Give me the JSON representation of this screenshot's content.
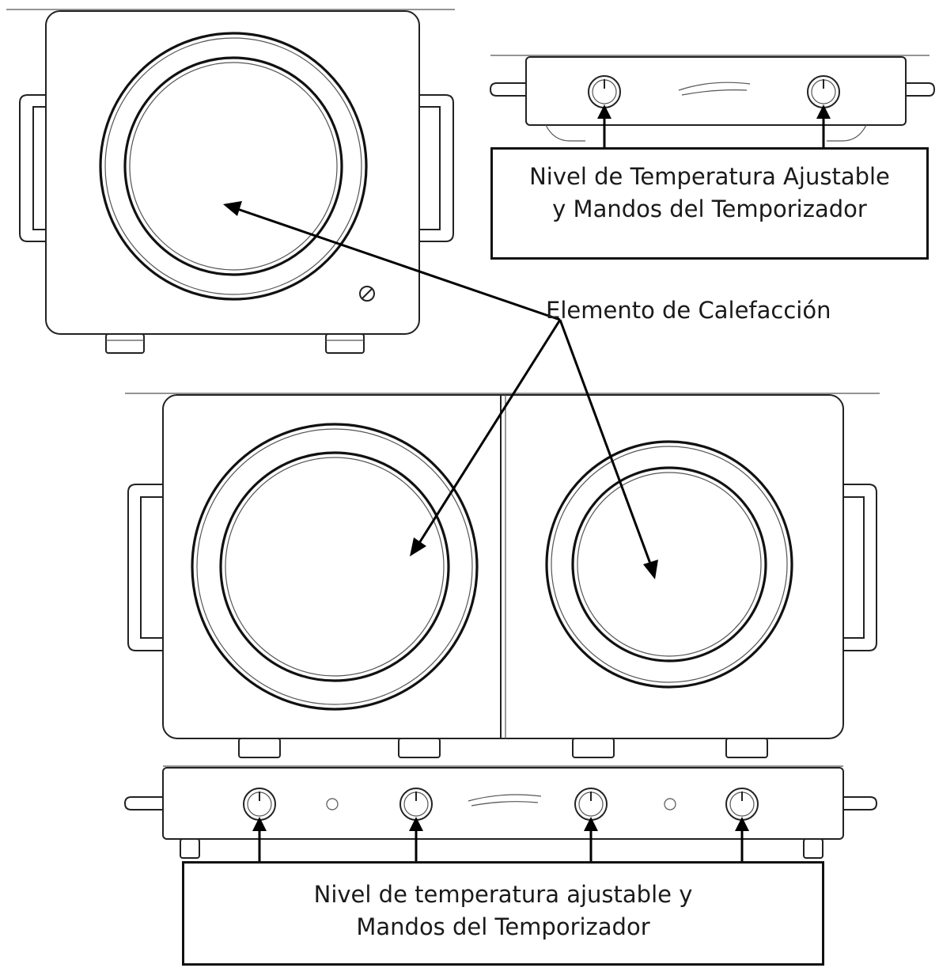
{
  "labels": {
    "top_callout_line1": "Nivel de Temperatura Ajustable",
    "top_callout_line2": "y Mandos del Temporizador",
    "heating_element": "Elemento de Calefacción",
    "bottom_callout_line1": "Nivel de temperatura ajustable y",
    "bottom_callout_line2": "Mandos del Temporizador"
  },
  "icons": [
    "knob-icon",
    "arrow-icon",
    "screw-icon",
    "handle-icon"
  ],
  "colors": {
    "line": "#222222",
    "background": "#ffffff"
  }
}
